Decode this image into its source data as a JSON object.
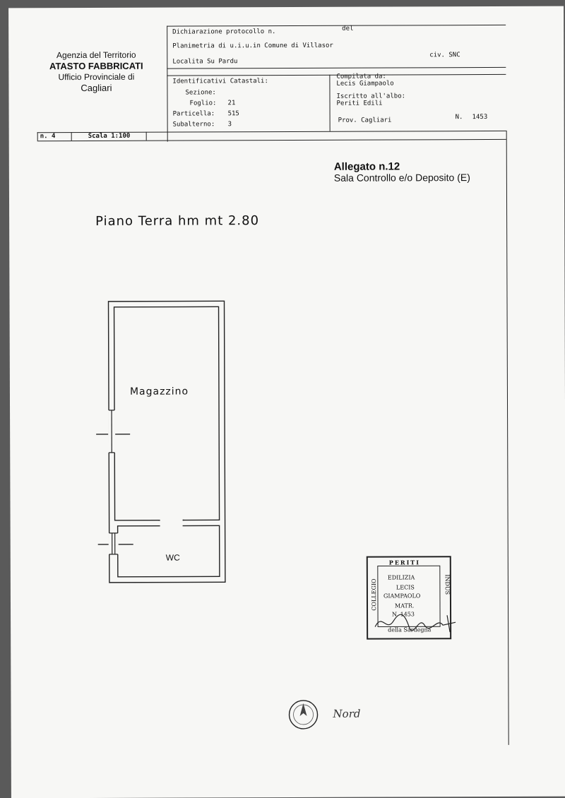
{
  "header": {
    "agency_line1": "Agenzia del Territorio",
    "agency_line2": "ATASTO FABBRICATI",
    "agency_line3": "Ufficio Provinciale di",
    "agency_line4": "Cagliari",
    "declaration_label": "Dichiarazione protocollo n.",
    "declaration_del": "del",
    "plan_text": "Planimetria di u.i.u.in Comune di Villasor",
    "location_text": "Localita Su Pardu",
    "civ_text": "civ. SNC"
  },
  "cadastral": {
    "title": "Identificativi Catastali:",
    "sezione_label": "Sezione:",
    "foglio_label": "Foglio:",
    "foglio_value": "21",
    "particella_label": "Particella:",
    "particella_value": "515",
    "subalterno_label": "Subalterno:",
    "subalterno_value": "3"
  },
  "compiler": {
    "title": "Compilata da:",
    "name": "Lecis Giampaolo",
    "albo_label": "Iscritto all'albo:",
    "albo_value": "Periti Edili",
    "prov_label": "Prov. Cagliari",
    "number_label": "N.",
    "number_value": "1453"
  },
  "scale_bar": {
    "sheet_label": "n. 4",
    "scale_label": "Scala 1:100"
  },
  "allegato": {
    "title": "Allegato n.12",
    "subtitle": "Sala Controllo e/o Deposito (E)"
  },
  "plan": {
    "floor_title": "Piano Terra hm mt 2.80",
    "room1": "Magazzino",
    "room2": "WC"
  },
  "stamp": {
    "top": "PERITI",
    "line1": "EDILIZIA",
    "line2": "LECIS",
    "line3": "GIAMPAOLO",
    "line4": "MATR.",
    "line5": "N. 1453",
    "bottom": "della Sardegna",
    "left_vertical": "COLLEGIO",
    "right_vertical": "INDUS"
  },
  "north": {
    "label": "Nord"
  }
}
